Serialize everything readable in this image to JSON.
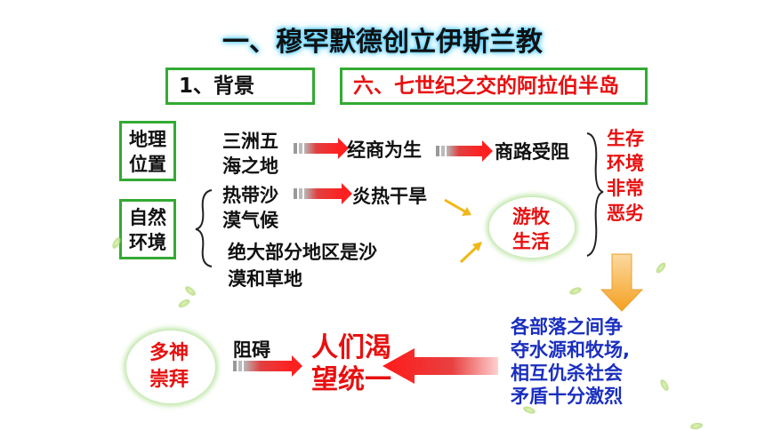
{
  "title": "一、穆罕默德创立伊斯兰教",
  "section_label": "1、背景",
  "subheading": "六、七世纪之交的阿拉伯半岛",
  "geo_label": [
    "地理",
    "位置"
  ],
  "nature_label": [
    "自然",
    "环境"
  ],
  "geo_text": [
    "三洲五",
    "海之地"
  ],
  "trade_text": "经商为生",
  "route_text": "商路受阻",
  "climate_text": [
    "热带沙",
    "漠气候"
  ],
  "hot_dry_text": "炎热干旱",
  "land_text": [
    "绝大部分地区是沙",
    "漠和草地"
  ],
  "nomad_text": [
    "游牧",
    "生活"
  ],
  "harsh_env_text": [
    "生存",
    "环境",
    "非常",
    "恶劣"
  ],
  "conflict_text": [
    "各部落之间争",
    "夺水源和牧场,",
    "相互仇杀社会",
    "矛盾十分激烈"
  ],
  "unity_text": [
    "人们渴",
    "望统一"
  ],
  "polytheism_text": [
    "多神",
    "崇拜"
  ],
  "obstacle_text": "阻碍",
  "colors": {
    "accent_red": "#e81010",
    "box_green": "#33aa33",
    "text_blue": "#1a2fbf",
    "arrow_orange": "#f5a020",
    "arrow_yellow": "#f0b818"
  }
}
